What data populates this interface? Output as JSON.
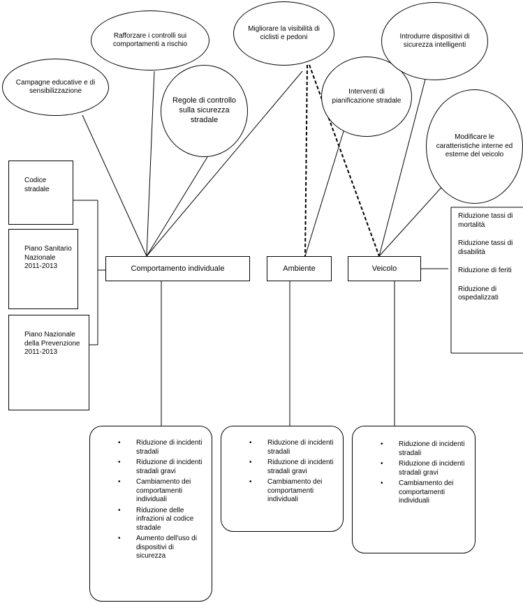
{
  "interventions": {
    "campagne": "Campagne educative e di sensibilizzazione",
    "rafforzare": "Rafforzare i controlli sui comportamenti a rischio",
    "regole": "Regole di controllo sulla sicurezza stradale",
    "migliorare": "Migliorare la visibilità di ciclisti e pedoni",
    "interventi": "Interventi di pianificazione stradale",
    "dispositivi": "Introdurre dispositivi di sicurezza intelligenti",
    "modificare": "Modificare le caratteristiche interne ed esterne del veicolo"
  },
  "documents": {
    "codice": "Codice stradale",
    "piano_sanitario": "Piano Sanitario Nazionale 2011-2013",
    "piano_prevenzione": "Piano Nazionale della Prevenzione 2011-2013"
  },
  "categories": {
    "comportamento": "Comportamento individuale",
    "ambiente": "Ambiente",
    "veicolo": "Veicolo"
  },
  "effects": [
    "Riduzione tassi di mortalità",
    "Riduzione tassi di disabilità",
    "Riduzione di feriti",
    "Riduzione di ospedalizzati"
  ],
  "outcomes": {
    "comportamento": [
      "Riduzione di incidenti stradali",
      "Riduzione di incidenti stradali gravi",
      "Cambiamento dei comportamenti individuali",
      "Riduzione delle infrazioni al codice stradale",
      "Aumento dell'uso di dispositivi di sicurezza"
    ],
    "ambiente": [
      "Riduzione di incidenti stradali",
      "Riduzione di incidenti stradali gravi",
      "Cambiamento dei comportamenti individuali"
    ],
    "veicolo": [
      "Riduzione di incidenti stradali",
      "Riduzione di incidenti stradali gravi",
      "Cambiamento dei comportamenti individuali"
    ]
  }
}
